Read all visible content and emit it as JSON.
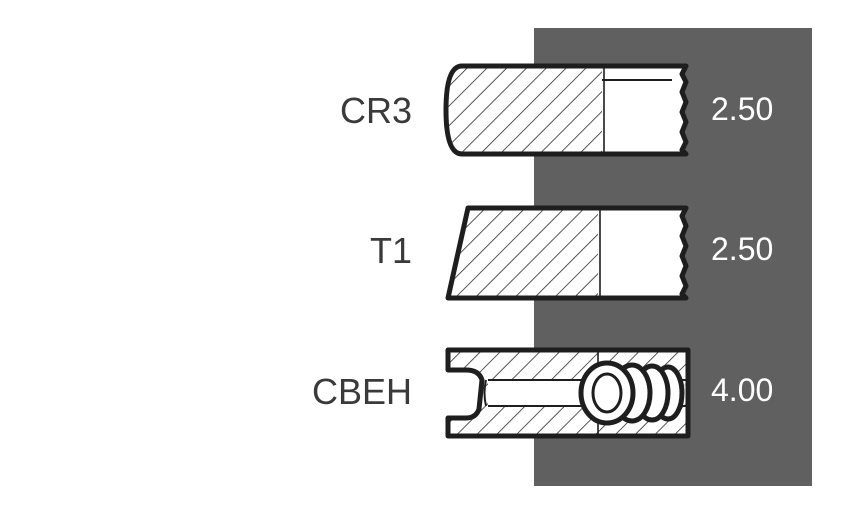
{
  "colors": {
    "panel": "#606060",
    "outline": "#1e1e1e",
    "hatch": "#2b2b2b",
    "label": "#3a3a3a",
    "value": "#ffffff"
  },
  "rings": [
    {
      "name": "CR3",
      "value": "2.50",
      "profile": "barrel-faced compression ring"
    },
    {
      "name": "T1",
      "value": "2.50",
      "profile": "taper-faced compression ring"
    },
    {
      "name": "CBEH",
      "value": "4.00",
      "profile": "coil-spring oil control ring"
    }
  ]
}
